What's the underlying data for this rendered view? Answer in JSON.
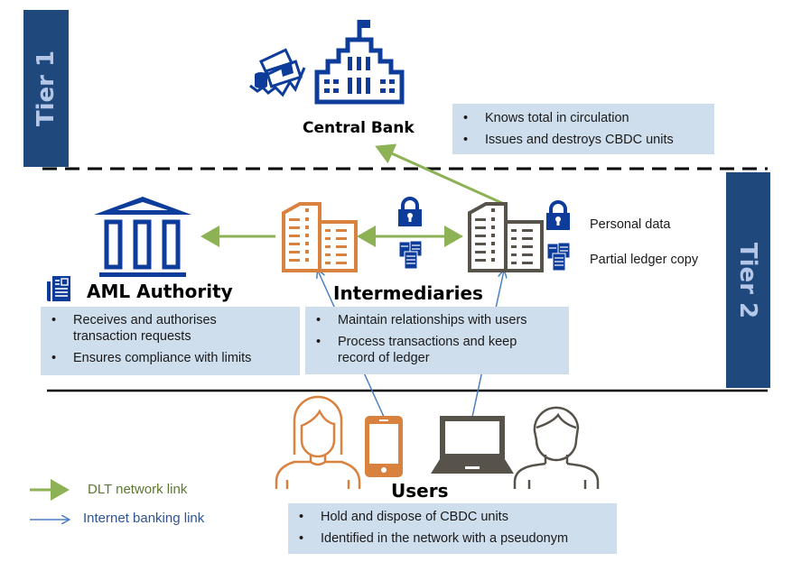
{
  "tiers": {
    "tier1_label": "Tier 1",
    "tier2_label": "Tier 2"
  },
  "central_bank": {
    "title": "Central Bank",
    "bullets": [
      "Knows total in circulation",
      "Issues and destroys CBDC units"
    ]
  },
  "aml_authority": {
    "title": "AML Authority",
    "bullets": [
      "Receives and authorises transaction requests",
      "Ensures compliance with limits"
    ]
  },
  "intermediaries": {
    "title": "Intermediaries",
    "bullets": [
      "Maintain relationships with users",
      "Process transactions and keep record of ledger"
    ],
    "icon_legend": [
      {
        "icon": "lock-icon",
        "label": "Personal data"
      },
      {
        "icon": "documents-icon",
        "label": "Partial ledger copy"
      }
    ]
  },
  "users": {
    "title": "Users",
    "bullets": [
      "Hold and dispose of CBDC units",
      "Identified in the network with a pseudonym"
    ]
  },
  "legend": {
    "dlt_label": "DLT network link",
    "internet_label": "Internet banking link"
  },
  "colors": {
    "tier_bar": "#1f497d",
    "tier_text": "#b4c7e7",
    "icon_blue": "#0d3c9b",
    "orange": "#d9813f",
    "dark_gray": "#57534a",
    "dlt_green": "#8db255",
    "internet_blue": "#4a7fc1",
    "box_fill": "#cfdeed"
  }
}
